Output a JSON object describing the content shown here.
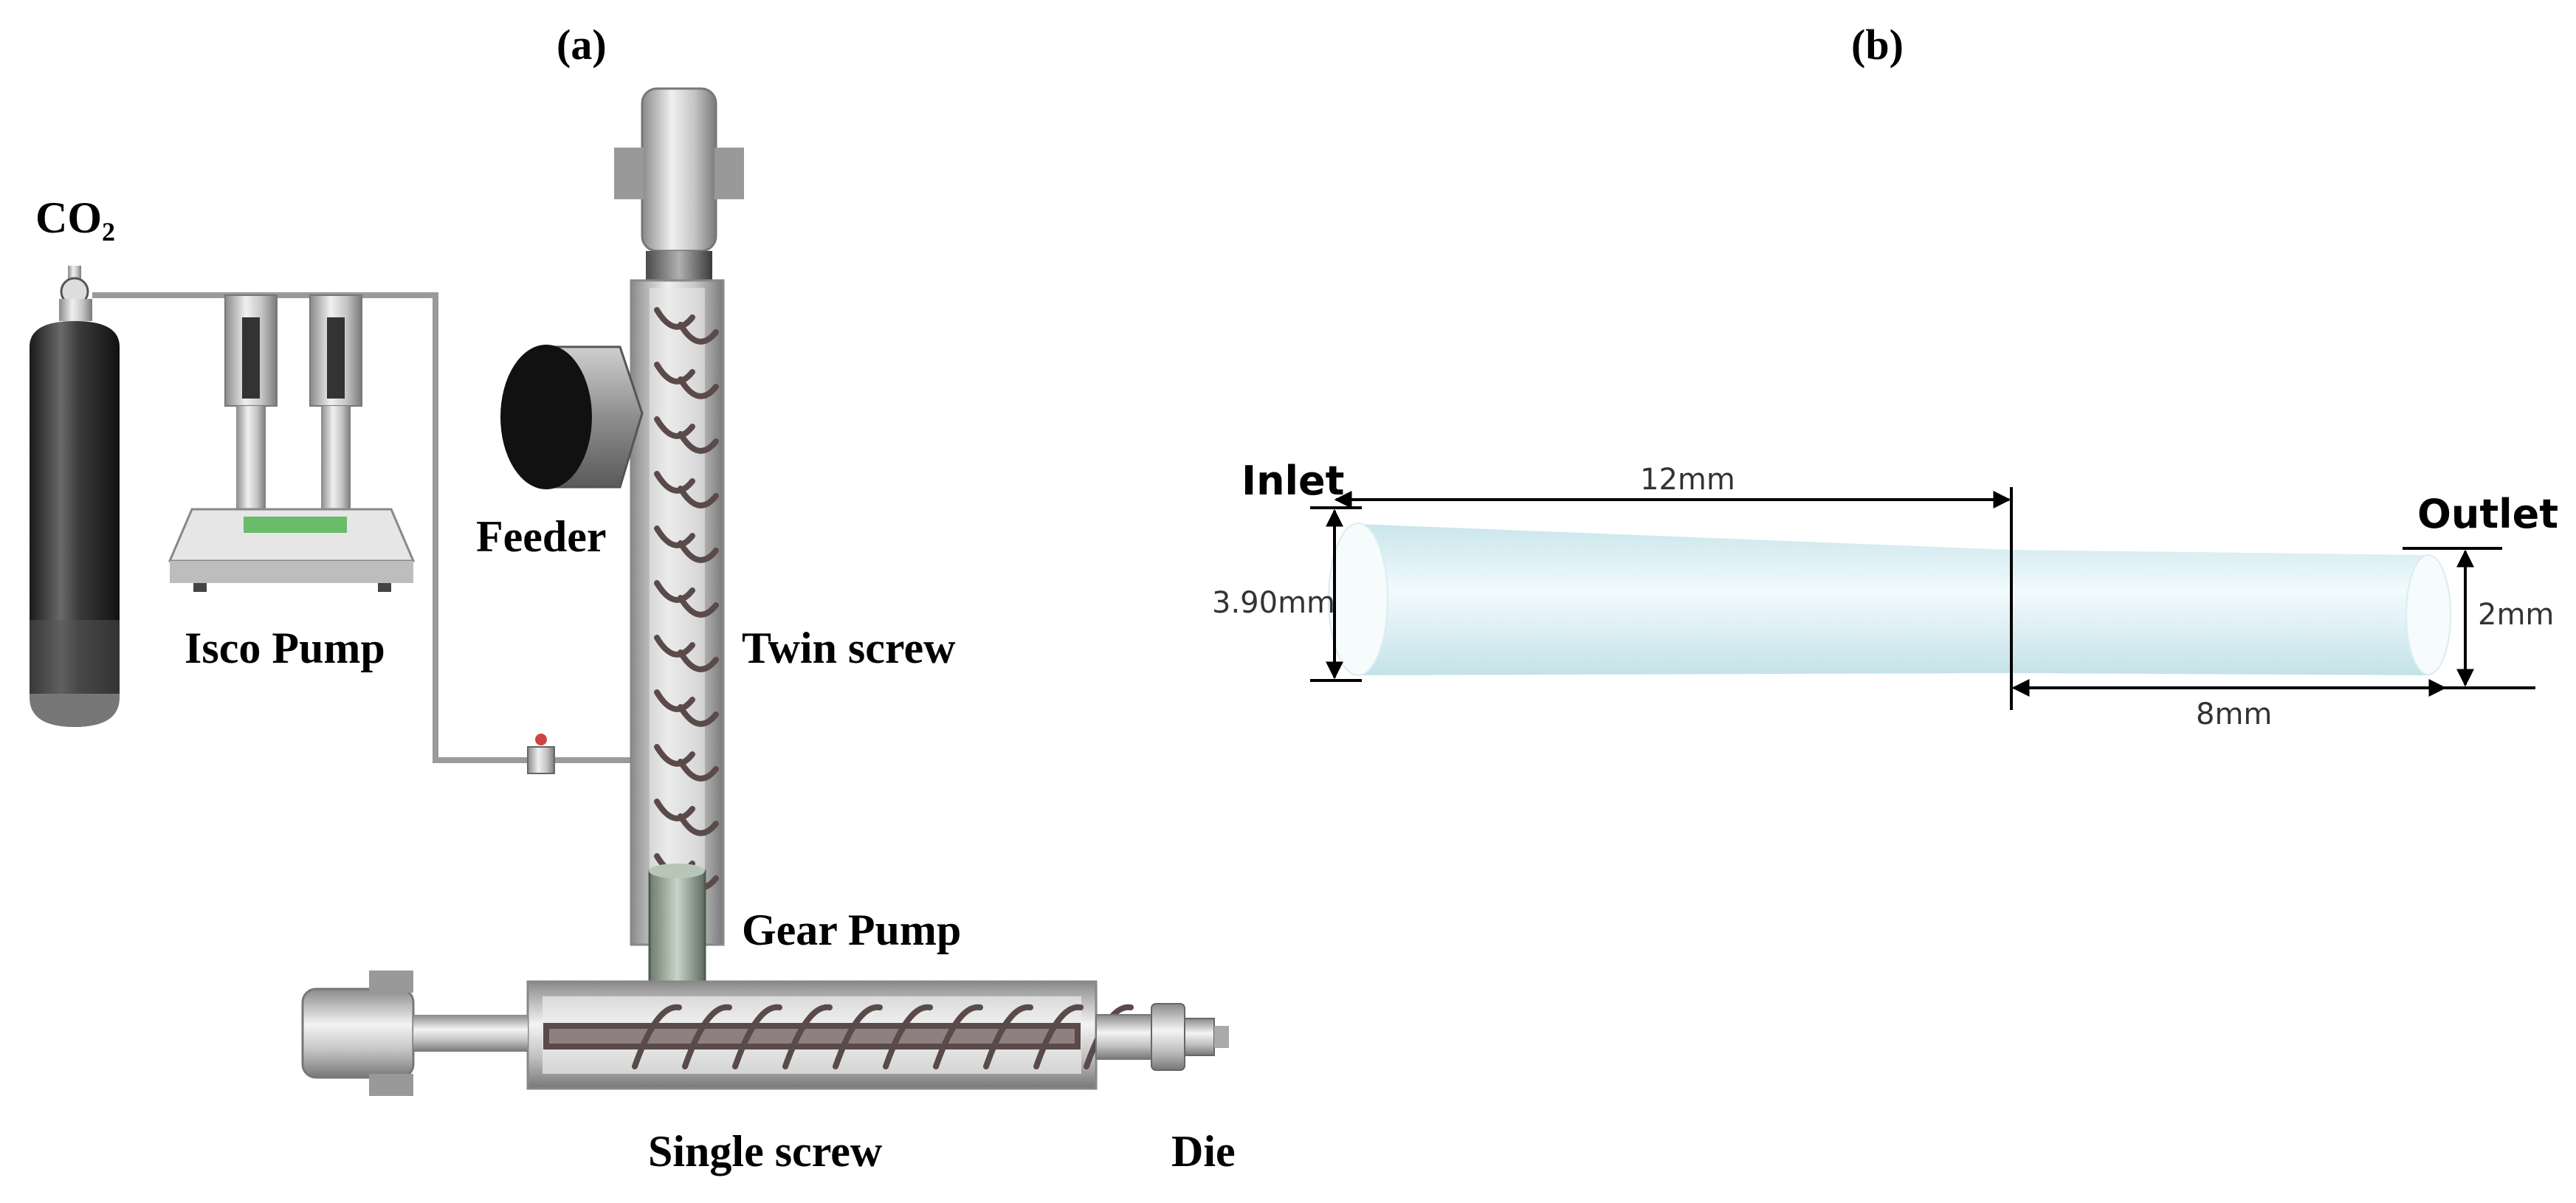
{
  "panel_a": {
    "label": "(a)",
    "co2": {
      "text": "CO",
      "subscript": "2"
    },
    "isco_pump": "Isco Pump",
    "feeder": "Feeder",
    "twin_screw": "Twin screw",
    "gear_pump": "Gear Pump",
    "single_screw": "Single screw",
    "die": "Die"
  },
  "panel_b": {
    "label": "(b)",
    "inlet": "Inlet",
    "outlet": "Outlet",
    "dim_length_converging": "12mm",
    "dim_length_straight": "8mm",
    "dim_inlet_diameter": "3.90mm",
    "dim_outlet_diameter": "2mm"
  },
  "colors": {
    "nozzle_fill": "#d7ecf1",
    "line": "#000000",
    "metal": "#b8b8b8",
    "cylinder": "#2a2a2a"
  }
}
